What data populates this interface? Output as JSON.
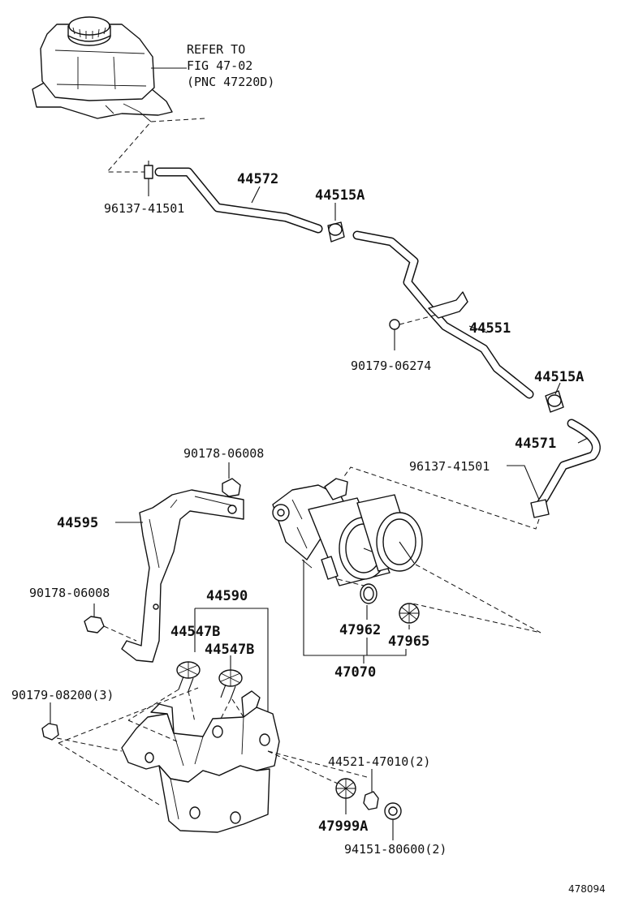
{
  "refer": {
    "line1": "REFER TO",
    "line2": "FIG 47-02",
    "line3": "(PNC 47220D)"
  },
  "parts": {
    "p44572": "44572",
    "p44515A_top": "44515A",
    "p96137_top": "96137-41501",
    "p44551": "44551",
    "p90179_06274": "90179-06274",
    "p44515A_mid": "44515A",
    "p44571": "44571",
    "p96137_mid": "96137-41501",
    "p90178_top": "90178-06008",
    "p44595": "44595",
    "p90178_left": "90178-06008",
    "p44590": "44590",
    "p44547B_a": "44547B",
    "p44547B_b": "44547B",
    "p47962": "47962",
    "p47965": "47965",
    "p47070": "47070",
    "p90179_08200": "90179-08200(3)",
    "p44521": "44521-47010(2)",
    "p47999A": "47999A",
    "p94151": "94151-80600(2)"
  },
  "figure_id": "478094"
}
